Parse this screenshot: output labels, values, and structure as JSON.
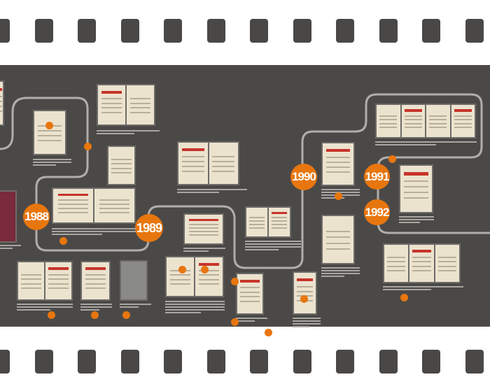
{
  "years": [
    "1988",
    "1989",
    "1990",
    "1991",
    "1992"
  ],
  "colors": {
    "band": "#4b4947",
    "accent": "#e8760e",
    "line": "#b0aeab",
    "paper": "#ece3cf"
  }
}
